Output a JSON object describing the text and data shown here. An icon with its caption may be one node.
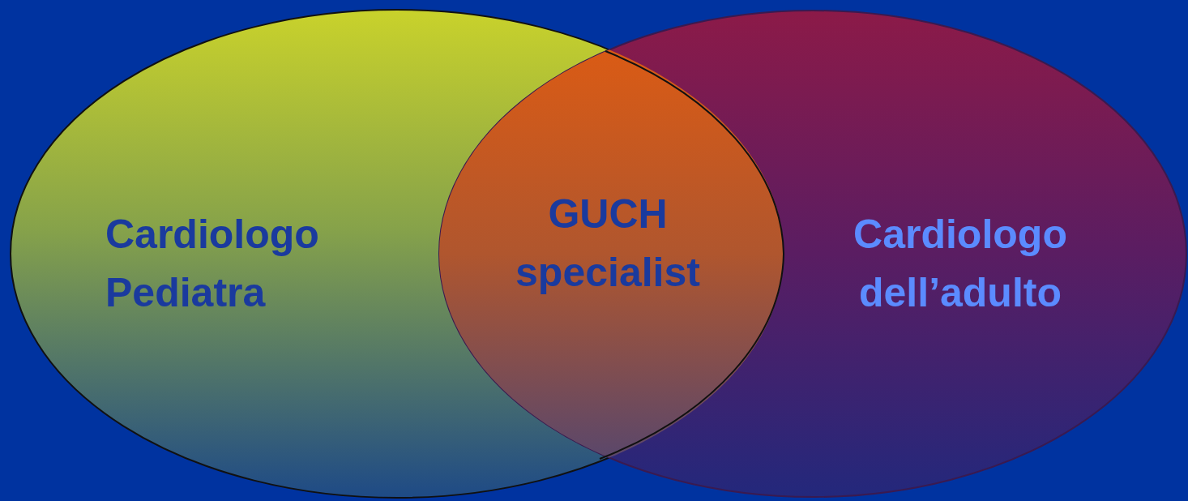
{
  "diagram": {
    "nodes": [
      {
        "text": [
          "Cardiologo Pediatra"
        ]
      },
      {
        "text": [
          "Cardiologo dell’adulto"
        ]
      },
      {
        "text": [
          "GUCH specialist"
        ]
      }
    ]
  }
}
